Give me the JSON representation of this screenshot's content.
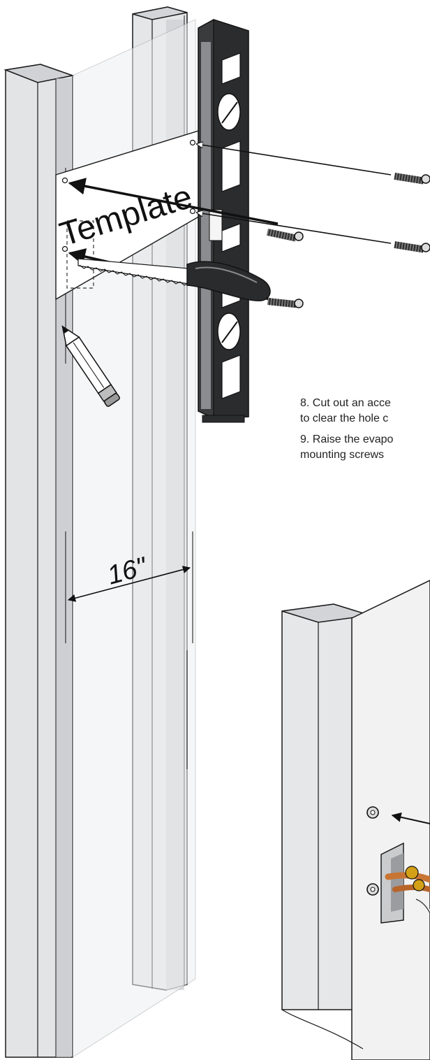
{
  "labels": {
    "template": "Template",
    "spacing": "16\""
  },
  "steps": [
    {
      "line1": "8. Cut out an acce",
      "line2": "to clear the hole c"
    },
    {
      "line1": "9. Raise the evapo",
      "line2": "mounting screws"
    }
  ],
  "colors": {
    "stud_face": "#e2e4e6",
    "stud_side": "#c9cbcd",
    "stud_edge": "#b3b5b8",
    "drywall": "#f2f2f2",
    "outline": "#1a1a1a",
    "level_body": "#2e2f31",
    "copper": "#c87533",
    "brass": "#d4a017"
  },
  "icons": [
    "pencil-icon",
    "screw-icon",
    "saw-icon",
    "level-icon",
    "arrow-icon"
  ]
}
